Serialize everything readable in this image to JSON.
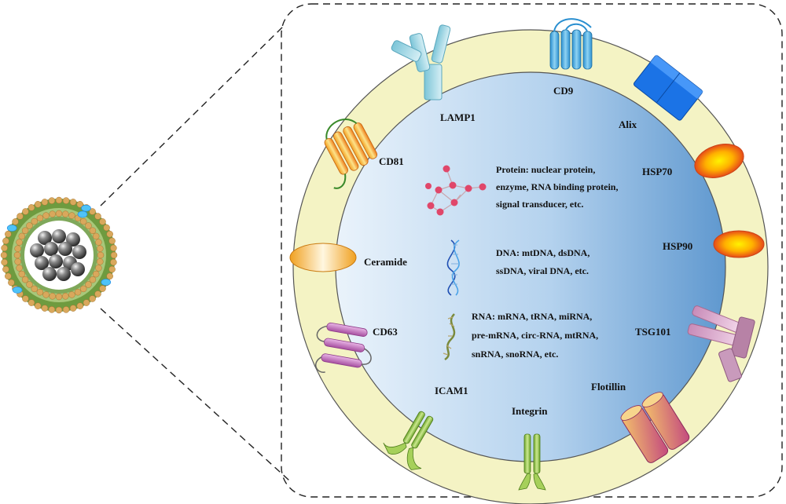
{
  "markers": {
    "LAMP1": "LAMP1",
    "CD9": "CD9",
    "Alix": "Alix",
    "CD81": "CD81",
    "HSP70": "HSP70",
    "HSP90": "HSP90",
    "Ceramide": "Ceramide",
    "CD63": "CD63",
    "TSG101": "TSG101",
    "ICAM1": "ICAM1",
    "Flotillin": "Flotillin",
    "Integrin": "Integrin"
  },
  "cargo": {
    "protein": [
      "Protein:  nuclear protein,",
      "enzyme, RNA binding protein,",
      "signal transducer, etc."
    ],
    "dna": [
      "DNA: mtDNA, dsDNA,",
      "ssDNA, viral DNA, etc."
    ],
    "rna": [
      "RNA: mRNA, tRNA, miRNA,",
      "pre-mRNA, circ-RNA, mtRNA,",
      "snRNA, snoRNA, etc."
    ]
  },
  "colors": {
    "membrane": "#f4f3c4",
    "lumen_light": "#e7f1fa",
    "lumen_dark": "#6ea2d2",
    "cd9": "#3aa6dc",
    "alix": "#1b73e6",
    "hsp": "#f09a1a",
    "cd63": "#c77dc3",
    "green_protein": "#8fc23f",
    "flotillin": "#e8a06c"
  }
}
